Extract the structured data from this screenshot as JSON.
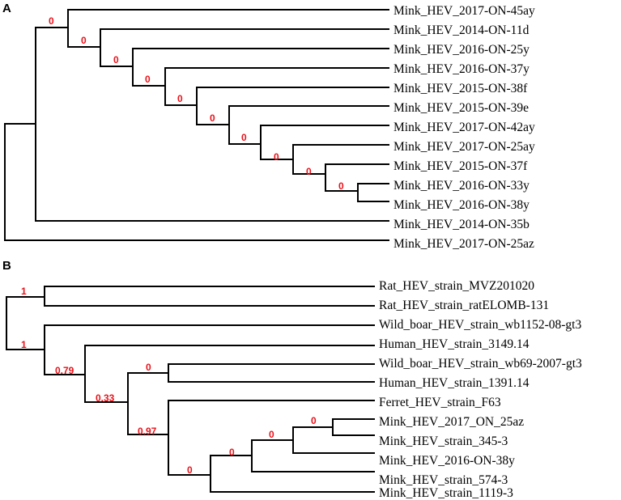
{
  "colors": {
    "branch": "#000000",
    "support": "#e8121a",
    "background": "#ffffff"
  },
  "panels": [
    {
      "label": "A",
      "tips": [
        "Mink_HEV_2017-ON-45ay",
        "Mink_HEV_2014-ON-11d",
        "Mink_HEV_2016-ON-25y",
        "Mink_HEV_2016-ON-37y",
        "Mink_HEV_2015-ON-38f",
        "Mink_HEV_2015-ON-39e",
        "Mink_HEV_2017-ON-42ay",
        "Mink_HEV_2017-ON-25ay",
        "Mink_HEV_2015-ON-37f",
        "Mink_HEV_2016-ON-33y",
        "Mink_HEV_2016-ON-38y",
        "Mink_HEV_2014-ON-35b",
        "Mink_HEV_2017-ON-25az"
      ],
      "supports": [
        "0",
        "0",
        "0",
        "0",
        "0",
        "0",
        "0",
        "0",
        "0",
        "0"
      ]
    },
    {
      "label": "B",
      "tips": [
        "Rat_HEV_strain_MVZ201020",
        "Rat_HEV_strain_ratELOMB-131",
        "Wild_boar_HEV_strain_wb1152-08-gt3",
        "Human_HEV_strain_3149.14",
        "Wild_boar_HEV_strain_wb69-2007-gt3",
        "Human_HEV_strain_1391.14",
        "Ferret_HEV_strain_F63",
        "Mink_HEV_2017_ON_25az",
        "Mink_HEV_strain_345-3",
        "Mink_HEV_2016-ON-38y",
        "Mink_HEV_strain_574-3",
        "Mink_HEV_strain_1119-3"
      ],
      "supports": [
        "1",
        "1",
        "0.79",
        "0.33",
        "0",
        "0.97",
        "0",
        "0",
        "0",
        "0"
      ]
    }
  ]
}
